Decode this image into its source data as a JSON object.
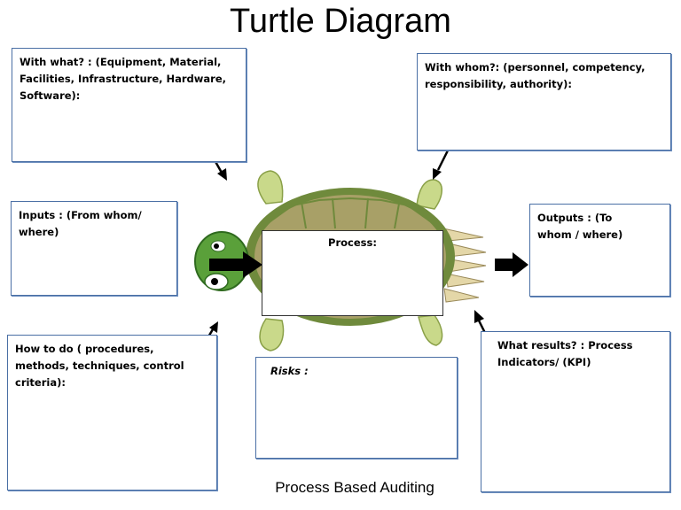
{
  "title": "Turtle Diagram",
  "footer": "Process Based Auditing",
  "boxes": {
    "with_what": "With what? : (Equipment, Material, Facilities, Infrastructure, Hardware, Software):",
    "with_whom": "With whom?: (personnel, competency, responsibility, authority):",
    "inputs": "Inputs : (From whom/ where)",
    "outputs": "Outputs : (To whom / where)",
    "how_to": "How to do ( procedures, methods, techniques, control criteria):",
    "risks": "Risks :",
    "results": "What results? : Process Indicators/ (KPI)",
    "process": "Process:"
  },
  "colors": {
    "border": "#4a6fa5",
    "shell_outer": "#6f8a3c",
    "shell_inner": "#a8a067",
    "skin": "#5aa03a",
    "arrow": "#000000"
  }
}
